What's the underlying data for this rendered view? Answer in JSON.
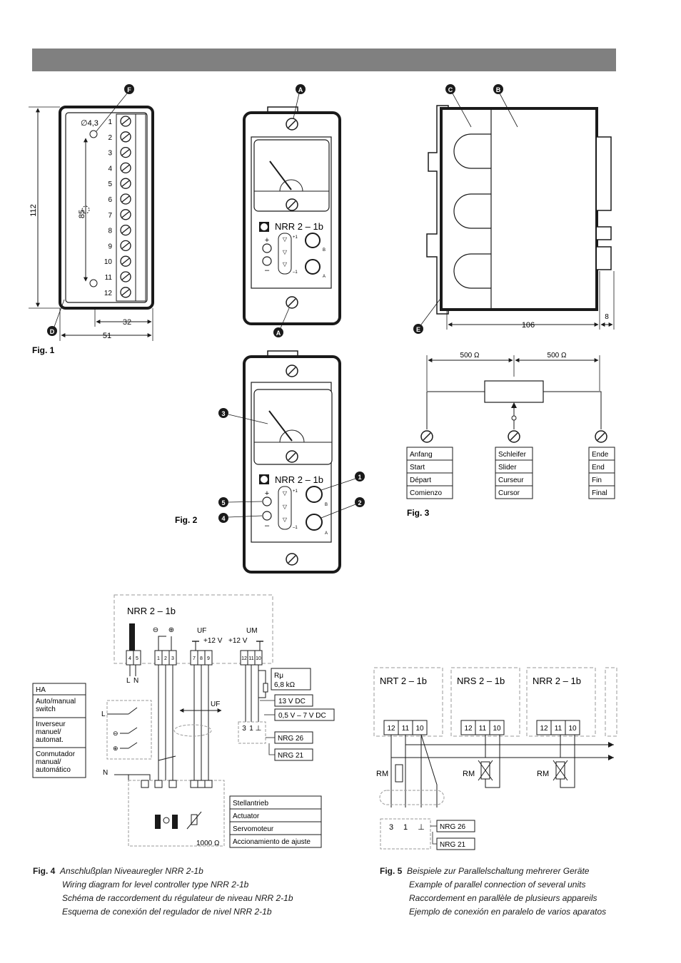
{
  "fig1": {
    "label": "Fig. 1",
    "terminals": [
      "1",
      "2",
      "3",
      "4",
      "5",
      "6",
      "7",
      "8",
      "9",
      "10",
      "11",
      "12"
    ],
    "dim_hole": "∅4,3",
    "dim_height": "112",
    "dim_pitch": "85",
    "dim_width_inner": "32",
    "dim_width_outer": "51",
    "callout_f": "F",
    "callout_d": "D"
  },
  "front": {
    "model": "NRR 2 – 1b",
    "plus": "+",
    "minus": "–",
    "scale_top": "+1",
    "scale_bottom": "–1",
    "knob_b": "B",
    "knob_a": "A",
    "callout_a": "A"
  },
  "side": {
    "callout_c": "C",
    "callout_b": "B",
    "callout_e": "E",
    "dim_depth": "106",
    "dim_extra": "8"
  },
  "fig2": {
    "label": "Fig. 2",
    "callouts": [
      "1",
      "2",
      "3",
      "4",
      "5"
    ]
  },
  "fig3": {
    "label": "Fig. 3",
    "left_res": "500 Ω",
    "right_res": "500 Ω",
    "start": [
      "Anfang",
      "Start",
      "Départ",
      "Comienzo"
    ],
    "slider": [
      "Schleifer",
      "Slider",
      "Curseur",
      "Cursor"
    ],
    "end": [
      "Ende",
      "End",
      "Fin",
      "Final"
    ]
  },
  "fig4": {
    "label": "Fig. 4",
    "unit": "NRR 2 – 1b",
    "term_groups": [
      [
        "4",
        "5"
      ],
      [
        "1",
        "2",
        "3"
      ],
      [
        "7",
        "8",
        "9"
      ],
      [
        "12",
        "11",
        "10"
      ]
    ],
    "l": "L",
    "n": "N",
    "n2": "N",
    "minus": "⊖",
    "plus": "⊕",
    "uf": "UF",
    "um": "UM",
    "v12a": "+12 V",
    "v12b": "+12 V",
    "rmu": "Rμ",
    "rmu_val": "6,8 kΩ",
    "v13": "13 V DC",
    "v05": "0,5 V – 7 V DC",
    "uf2": "UF",
    "nrg26": "NRG 26",
    "nrg21": "NRG 21",
    "electrode": [
      "3",
      "1",
      "⊥"
    ],
    "switch_box": [
      "HA",
      "Auto/manual switch",
      "Inverseur manuel/ automat.",
      "Conmutador manual/ automático"
    ],
    "sw_l": "L",
    "actuator_box": [
      "Stellantrieb",
      "Actuator",
      "Servomoteur",
      "Accionamiento de ajuste"
    ],
    "pot": "1000 Ω",
    "caption": [
      "Anschlußplan Niveauregler NRR 2-1b",
      "Wiring diagram for level controller type NRR 2-1b",
      "Schéma de raccordement du régulateur de niveau NRR 2-1b",
      "Esquema de conexión del regulador de nivel NRR 2-1b"
    ]
  },
  "fig5": {
    "label": "Fig. 5",
    "units": [
      "NRT 2 – 1b",
      "NRS 2 – 1b",
      "NRR 2 – 1b"
    ],
    "terms": [
      "12",
      "11",
      "10"
    ],
    "rm": "RM",
    "electrode": [
      "3",
      "1",
      "⊥"
    ],
    "nrg26": "NRG 26",
    "nrg21": "NRG 21",
    "caption": [
      "Beispiele zur Parallelschaltung mehrerer Geräte",
      "Example of parallel connection of several units",
      "Raccordement en parallèle de plusieurs appareils",
      "Ejemplo de conexión en paralelo de varios aparatos"
    ]
  },
  "colors": {
    "band": "#808080",
    "ink": "#1a1a1a",
    "dash": "#9a9a9a",
    "fill": "#d8d8d8"
  }
}
